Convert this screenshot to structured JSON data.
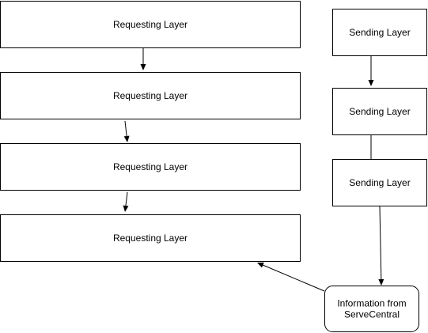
{
  "diagram": {
    "nodes": [
      {
        "id": "req1",
        "label": [
          "Requesting Layer"
        ]
      },
      {
        "id": "req2",
        "label": [
          "Requesting Layer"
        ]
      },
      {
        "id": "req3",
        "label": [
          "Requesting Layer"
        ]
      },
      {
        "id": "req4",
        "label": [
          "Requesting Layer"
        ]
      },
      {
        "id": "send1",
        "label": [
          "Sending Layer"
        ]
      },
      {
        "id": "send2",
        "label": [
          "Sending Layer"
        ]
      },
      {
        "id": "send3",
        "label": [
          "Sending Layer"
        ]
      },
      {
        "id": "info",
        "label": [
          "Information from",
          "ServeCentral"
        ]
      }
    ],
    "edges": [
      {
        "from": "req1",
        "to": "req2"
      },
      {
        "from": "req2",
        "to": "req3"
      },
      {
        "from": "req3",
        "to": "req4"
      },
      {
        "from": "send1",
        "to": "send2"
      },
      {
        "from": "send2",
        "to": "send3"
      },
      {
        "from": "send3",
        "to": "info"
      },
      {
        "from": "info",
        "to": "req4"
      }
    ]
  }
}
